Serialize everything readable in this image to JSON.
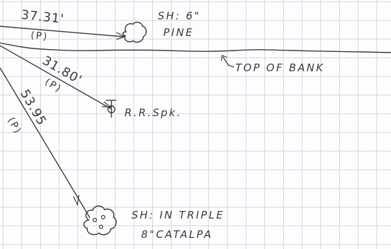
{
  "pine": {
    "line1": "SH: 6\"",
    "line2": "PINE"
  },
  "catalpa": {
    "line1": "SH: IN TRIPLE",
    "line2": "8\"CATALPA"
  },
  "spike": {
    "label": "R.R.Spk."
  },
  "bank": {
    "label": "TOP OF BANK"
  },
  "measurements": [
    {
      "distance": "37.31'",
      "note": "(P)"
    },
    {
      "distance": "31.80'",
      "note": "(P)"
    },
    {
      "distance": "53.95",
      "note": "(P)"
    }
  ],
  "colors": {
    "ink": "#3a3a3a",
    "grid": "#cfd8e6"
  }
}
